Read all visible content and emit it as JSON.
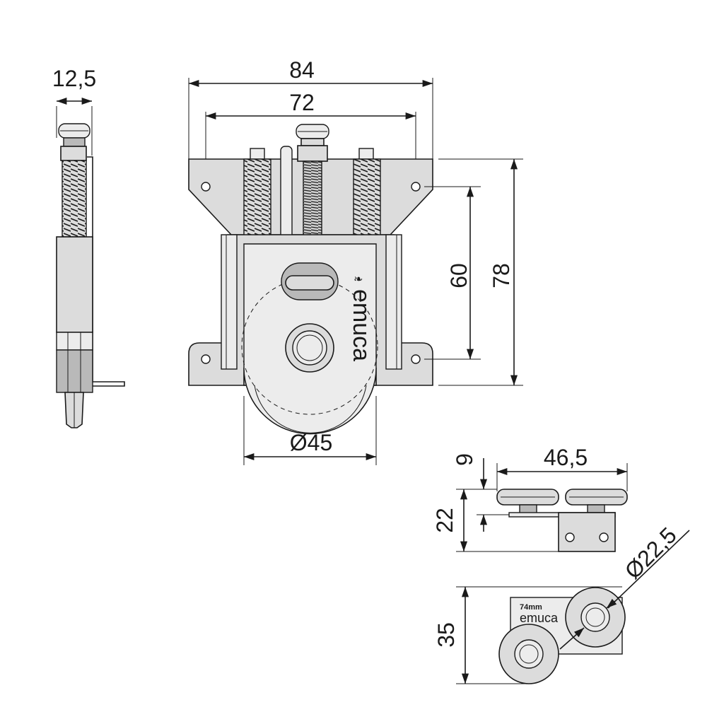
{
  "dimensions": {
    "side_thickness": "12,5",
    "overall_width": "84",
    "hole_spacing": "72",
    "hole_vertical": "60",
    "overall_height": "78",
    "wheel_diameter": "Ø45",
    "small_offset": "9",
    "small_height": "22",
    "small_width": "46,5",
    "small_wheel_diameter": "Ø22,5",
    "small_depth": "35"
  },
  "labels": {
    "brand_main": "emuca",
    "brand_small": "emuca",
    "small_size_mark": "74mm"
  },
  "colors": {
    "line": "#1a1a1a",
    "metal": "#dcdcdc",
    "metal_light": "#ececec",
    "metal_dark": "#b9b9b9"
  }
}
